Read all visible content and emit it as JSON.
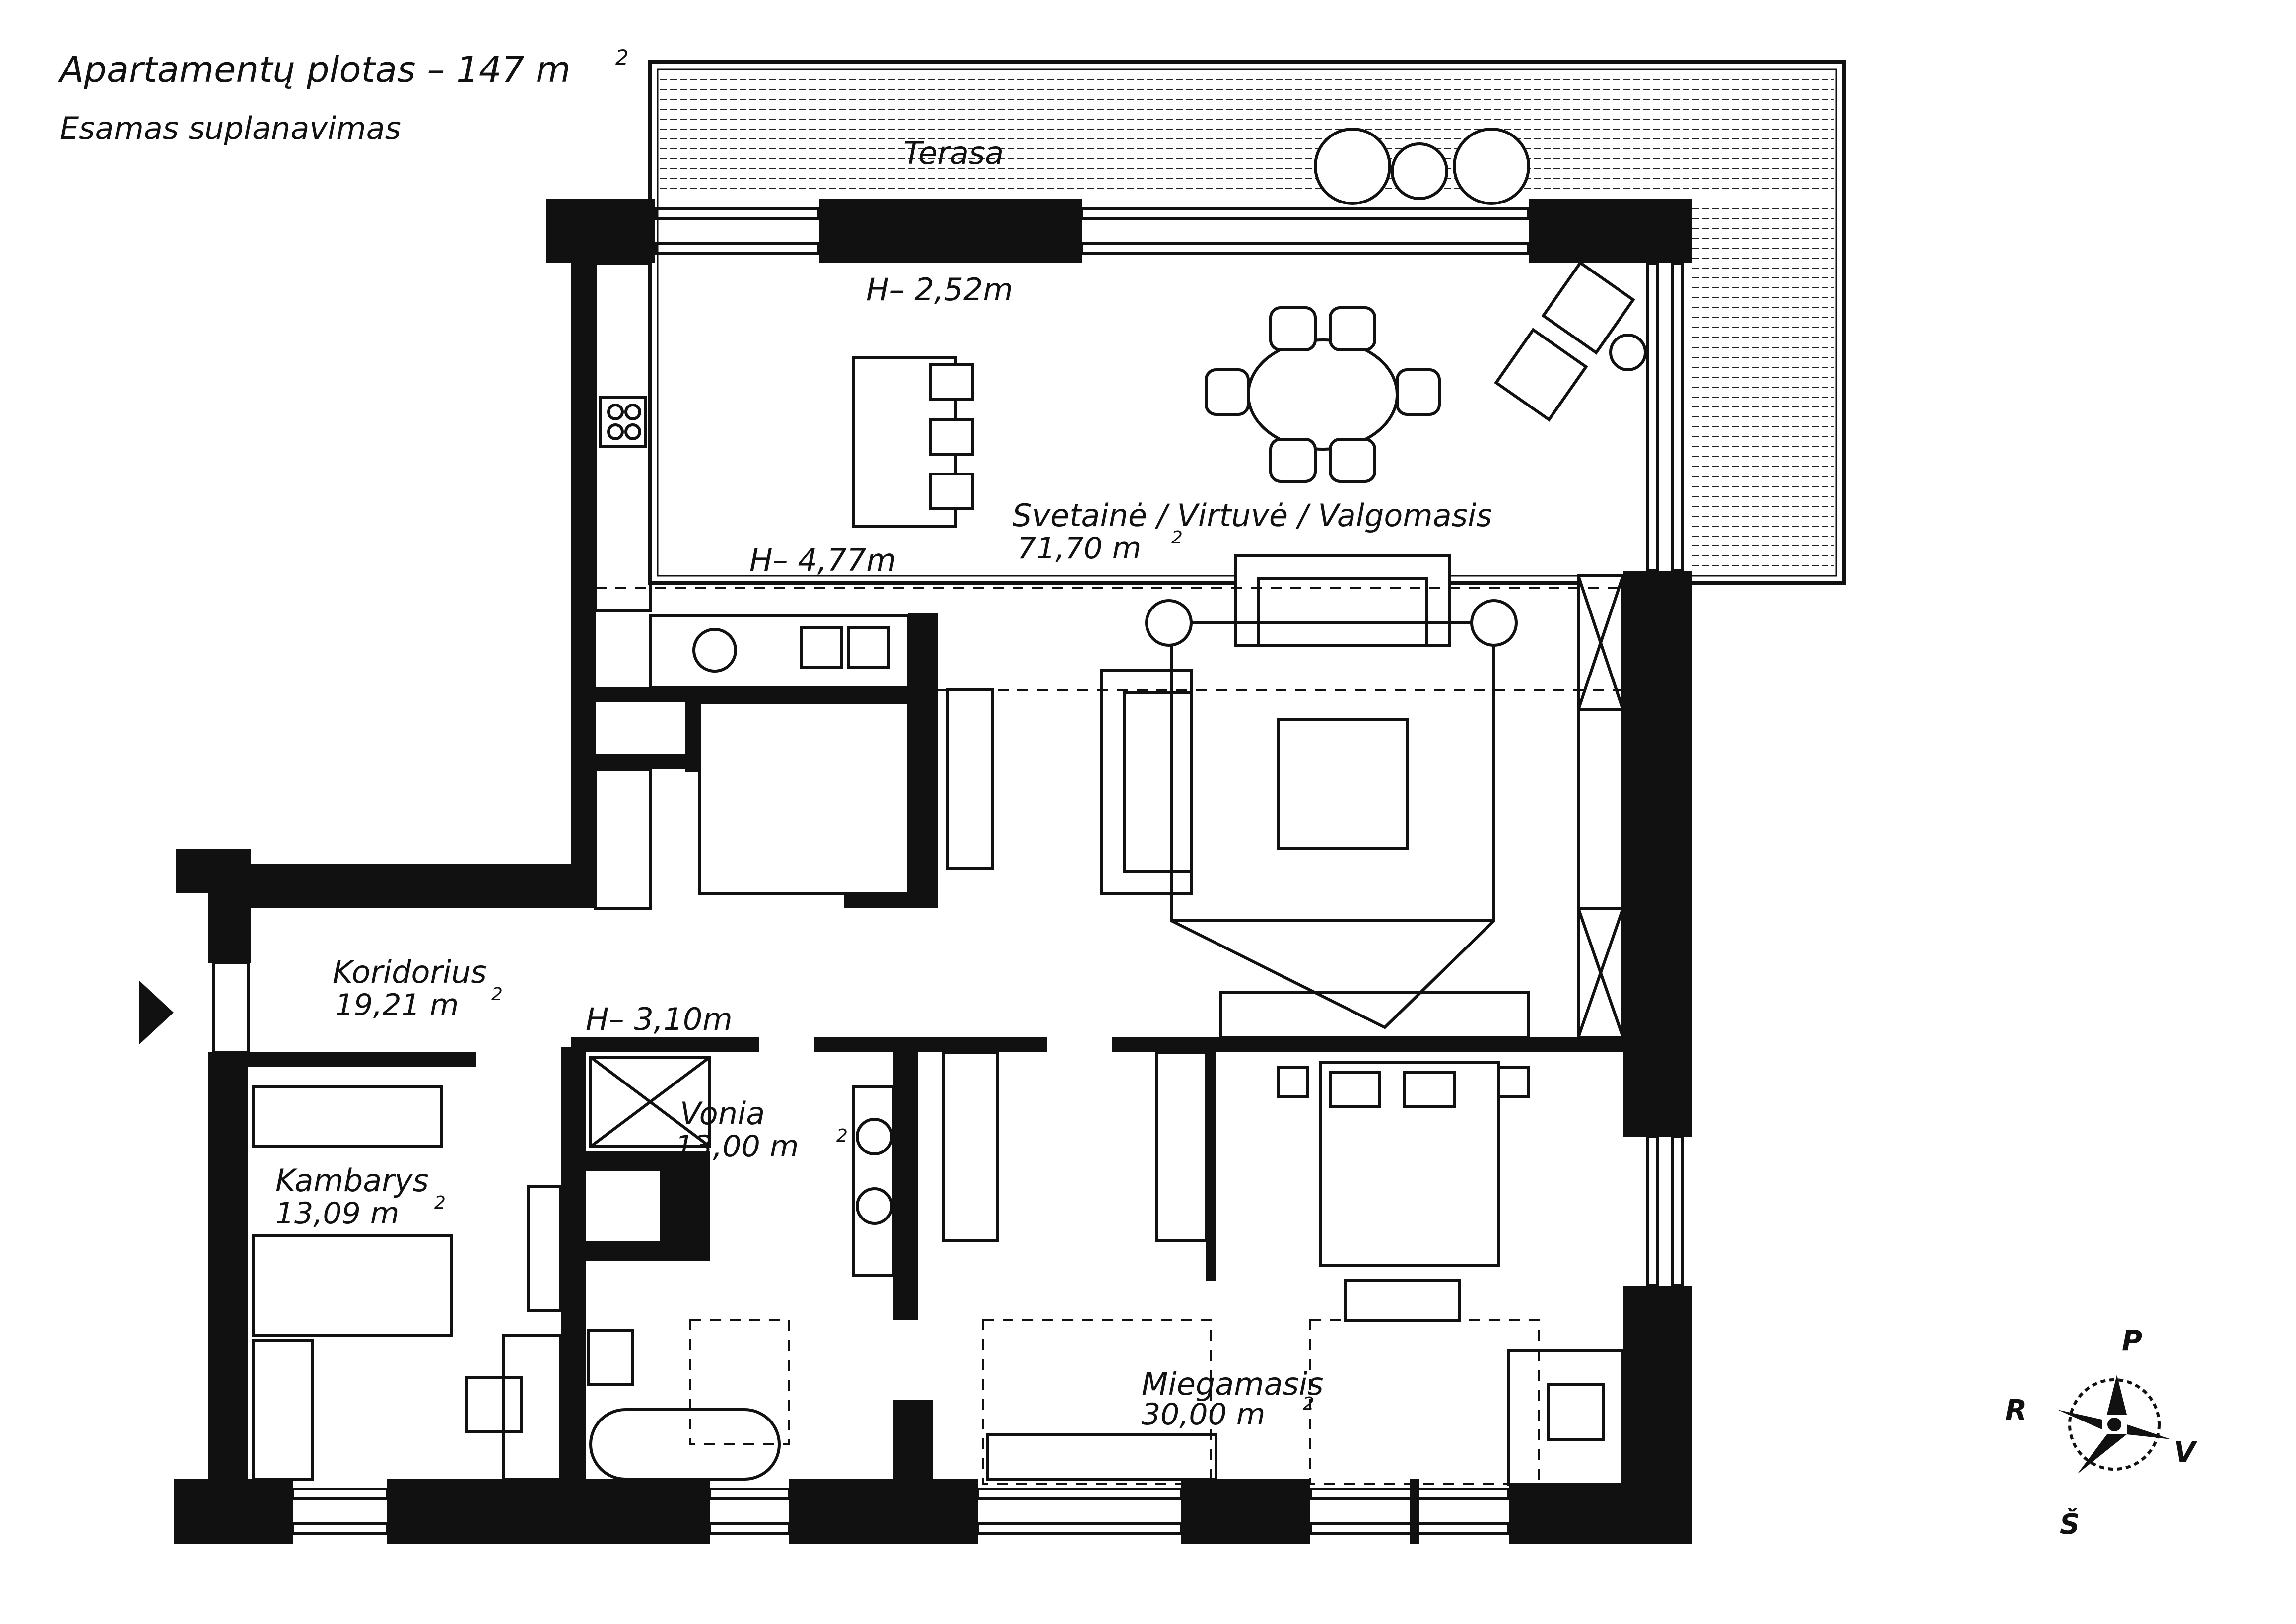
{
  "header": {
    "title": "Apartamentų plotas – 147 m",
    "title_sup": "2",
    "subtitle": "Esamas suplanavimas"
  },
  "rooms": {
    "terrace": {
      "name": "Terasa"
    },
    "living": {
      "name": "Svetainė / Virtuvė / Valgomasis",
      "area": "71,70 m",
      "area_sup": "2"
    },
    "corridor": {
      "name": "Koridorius",
      "area": "19,21 m",
      "area_sup": "2"
    },
    "bathroom": {
      "name": "Vonia",
      "area": "13,00 m",
      "area_sup": "2"
    },
    "room": {
      "name": "Kambarys",
      "area": "13,09 m",
      "area_sup": "2"
    },
    "bedroom": {
      "name": "Miegamasis",
      "area": "30,00 m",
      "area_sup": "2"
    }
  },
  "heights": {
    "h1": "H– 2,52m",
    "h2": "H– 4,77m",
    "h3": "H– 3,10m"
  },
  "compass": {
    "north": "P",
    "south": "Š",
    "east": "V",
    "west": "R"
  },
  "colors": {
    "ink": "#111111",
    "paper": "#ffffff"
  }
}
